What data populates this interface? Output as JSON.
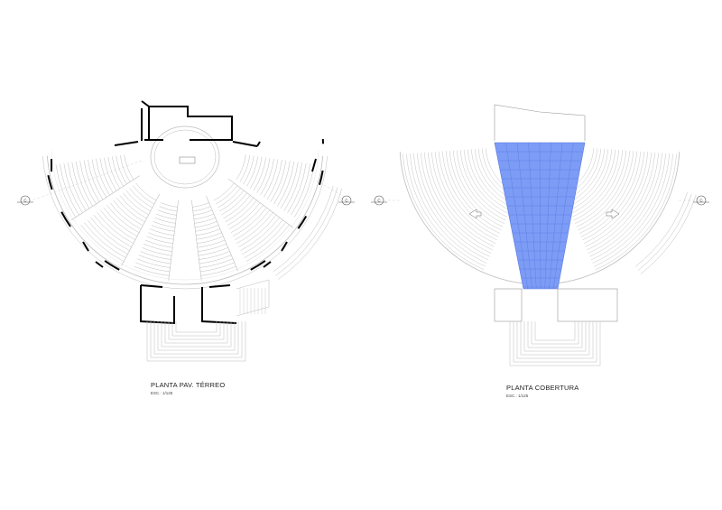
{
  "drawings": [
    {
      "title": "PLANTA PAV. TÉRREO",
      "scale": "ESC.: 1/125"
    },
    {
      "title": "PLANTA COBERTURA",
      "scale": "ESC.: 1/125"
    }
  ],
  "section_marker": "C",
  "colors": {
    "line": "#bdbdbd",
    "wall": "#000000",
    "roof_glass": "#7c9cf6",
    "roof_glass_grid": "#5a78e0"
  }
}
